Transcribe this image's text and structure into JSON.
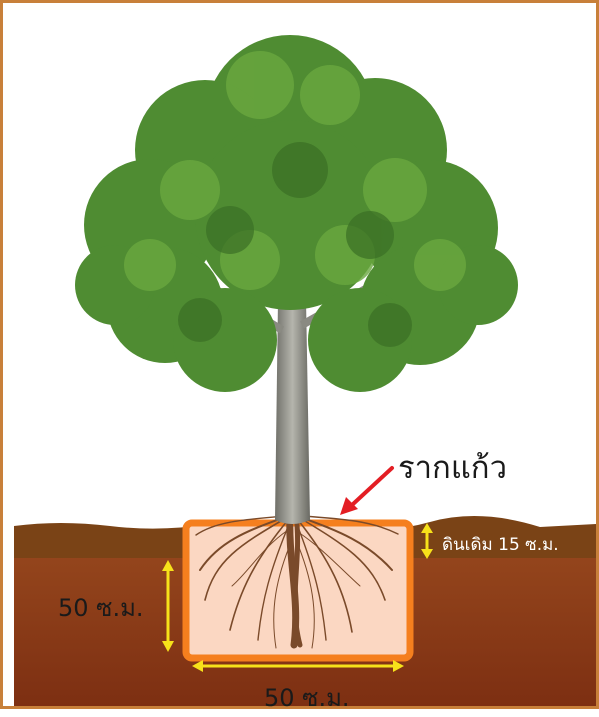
{
  "labels": {
    "taproot": "รากแก้ว",
    "topsoil": "ดินเดิม 15 ซ.ม.",
    "pit_depth": "50 ซ.ม.",
    "pit_width": "50 ซ.ม."
  },
  "colors": {
    "frame": "#c8803a",
    "topsoil": "#7a4316",
    "subsoil": "#8c3a16",
    "pit_fill": "#fbd7c2",
    "pit_border": "#f57f1e",
    "dimension": "#f7e21a",
    "arrow": "#e31e24",
    "foliage": "#4f8c32",
    "trunk": "#9a9a92",
    "roots": "#7a4a2a"
  },
  "icons": [
    "tree-illustration",
    "taproot-arrow-icon",
    "dimension-arrow-icon"
  ]
}
